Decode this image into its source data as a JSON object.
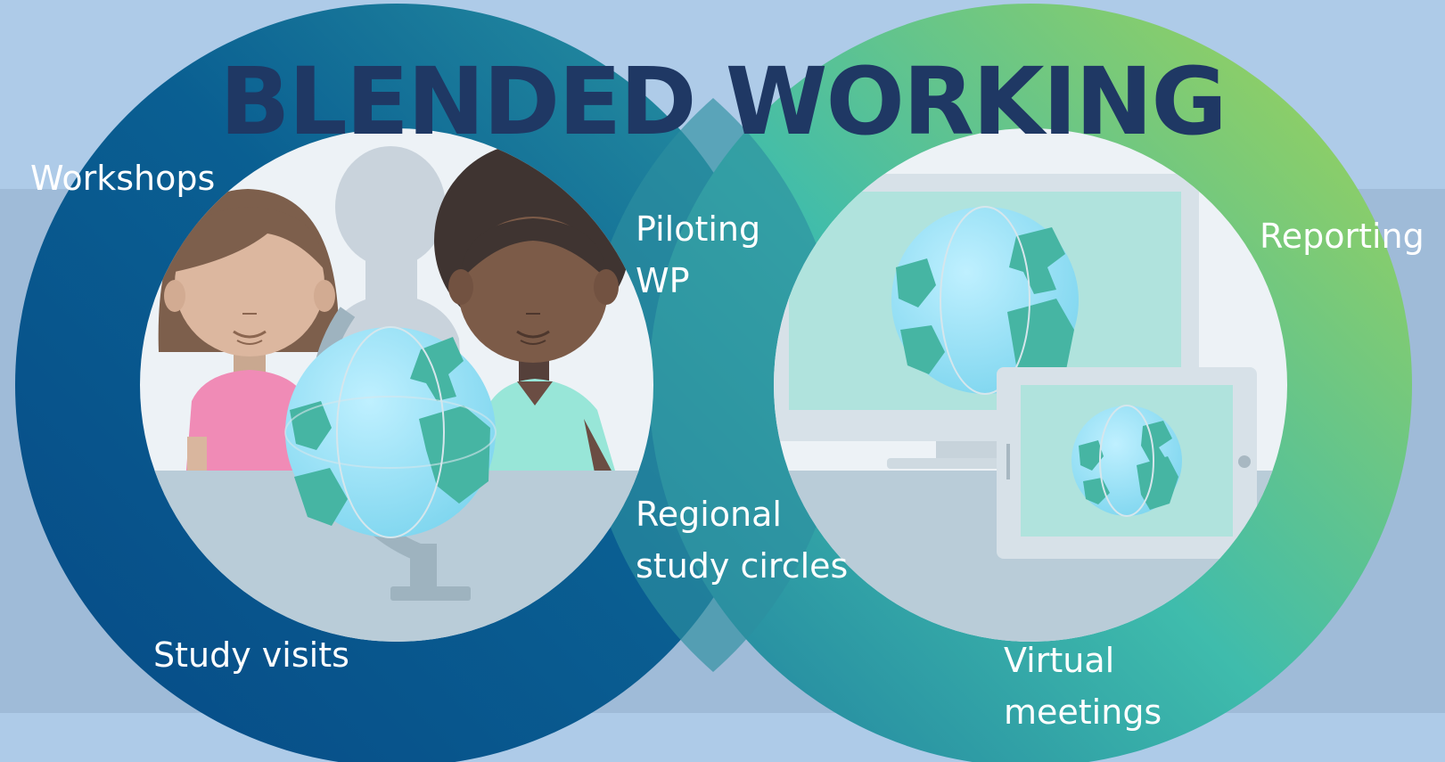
{
  "title": "BLENDED WORKING",
  "left_circle": {
    "labels": {
      "workshops": "Workshops",
      "piloting_line1": "Piloting",
      "piloting_line2": "WP",
      "regional_line1": "Regional",
      "regional_line2": "study circles",
      "study_visits": "Study visits"
    }
  },
  "right_circle": {
    "labels": {
      "reporting": "Reporting",
      "virtual_line1": "Virtual",
      "virtual_line2": "meetings"
    }
  },
  "colors": {
    "background": "#aecbe8",
    "band": "#9fbbd8",
    "title": "#1f3864",
    "left_ring_dark": "#064a86",
    "left_ring_light": "#2a8fa0",
    "right_ring_teal": "#2e9ba8",
    "right_ring_green": "#98d05a",
    "inner_disc": "#edf2f6",
    "table": "#b9ccd8"
  },
  "icons": {
    "left": [
      "person-girl-icon",
      "person-boy-icon",
      "person-silhouette-icon",
      "globe-stand-icon"
    ],
    "right": [
      "monitor-icon",
      "tablet-icon",
      "globe-icon"
    ]
  }
}
